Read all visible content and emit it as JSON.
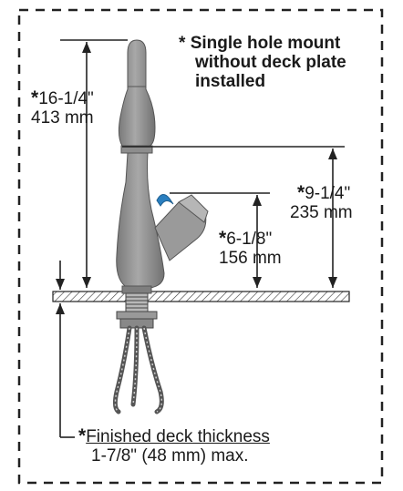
{
  "note": {
    "marker": "*",
    "lines": [
      "Single hole mount",
      "without deck plate",
      "installed"
    ]
  },
  "dimensions": {
    "total_height": {
      "marker": "*",
      "imperial": "16-1/4\"",
      "metric": "413 mm"
    },
    "spout_height": {
      "marker": "*",
      "imperial": "9-1/4\"",
      "metric": "235 mm"
    },
    "handle_height": {
      "marker": "*",
      "imperial": "6-1/8\"",
      "metric": "156 mm"
    }
  },
  "deck": {
    "marker": "*",
    "label": "Finished deck thickness",
    "value": "1-7/8\" (48 mm) max."
  },
  "colors": {
    "faucet_body": "#8a8a8a",
    "faucet_dark": "#6e6e6e",
    "handle_accent": "#2a7fc0",
    "lines": "#222222"
  }
}
